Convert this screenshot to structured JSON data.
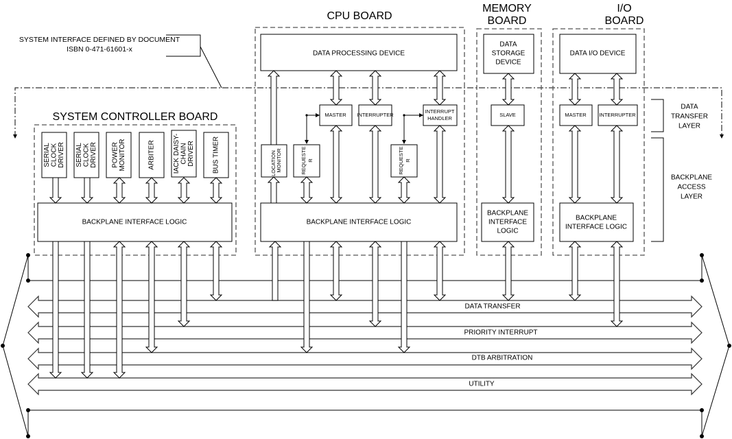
{
  "annotation": {
    "lines": [
      "SYSTEM INTERFACE DEFINED BY DOCUMENT",
      "ISBN 0-471-61601-x"
    ]
  },
  "system_controller": {
    "title": "SYSTEM CONTROLLER BOARD",
    "modules": [
      {
        "lines": [
          "SERIAL",
          "CLOCK",
          "DRIVER"
        ]
      },
      {
        "lines": [
          "SERIAL",
          "CLOCK",
          "DRIVER"
        ]
      },
      {
        "lines": [
          "POWER",
          "MONITOR"
        ]
      },
      {
        "lines": [
          "ARBITER"
        ]
      },
      {
        "lines": [
          "IACK DAISY-",
          "CHAIN",
          "DRIVER"
        ]
      },
      {
        "lines": [
          "BUS TIMER"
        ]
      }
    ],
    "bil": "BACKPLANE INTERFACE LOGIC"
  },
  "cpu": {
    "title": "CPU BOARD",
    "dpd": "DATA PROCESSING DEVICE",
    "master": "MASTER",
    "interrupter": "INTERRUPTER",
    "interrupt_handler": [
      "INTERRUPT",
      "HANDLER"
    ],
    "location_monitor": [
      "LOCATION",
      "MONITOR"
    ],
    "requester": [
      "REQUESTE",
      "R"
    ],
    "bil": "BACKPLANE INTERFACE LOGIC"
  },
  "memory": {
    "title": [
      "MEMORY",
      "BOARD"
    ],
    "device": [
      "DATA",
      "STORAGE",
      "DEVICE"
    ],
    "slave": "SLAVE",
    "bil": [
      "BACKPLANE",
      "INTERFACE",
      "LOGIC"
    ]
  },
  "io": {
    "title": [
      "I/O",
      "BOARD"
    ],
    "device": "DATA I/O DEVICE",
    "master": "MASTER",
    "interrupter": "INTERRUPTER",
    "bil": [
      "BACKPLANE",
      "INTERFACE LOGIC"
    ]
  },
  "layers": {
    "data_transfer": [
      "DATA",
      "TRANSFER",
      "LAYER"
    ],
    "backplane_access": [
      "BACKPLANE",
      "ACCESS",
      "LAYER"
    ]
  },
  "buses": [
    "DATA TRANSFER",
    "PRIORITY INTERRUPT",
    "DTB ARBITRATION",
    "UTILITY"
  ]
}
